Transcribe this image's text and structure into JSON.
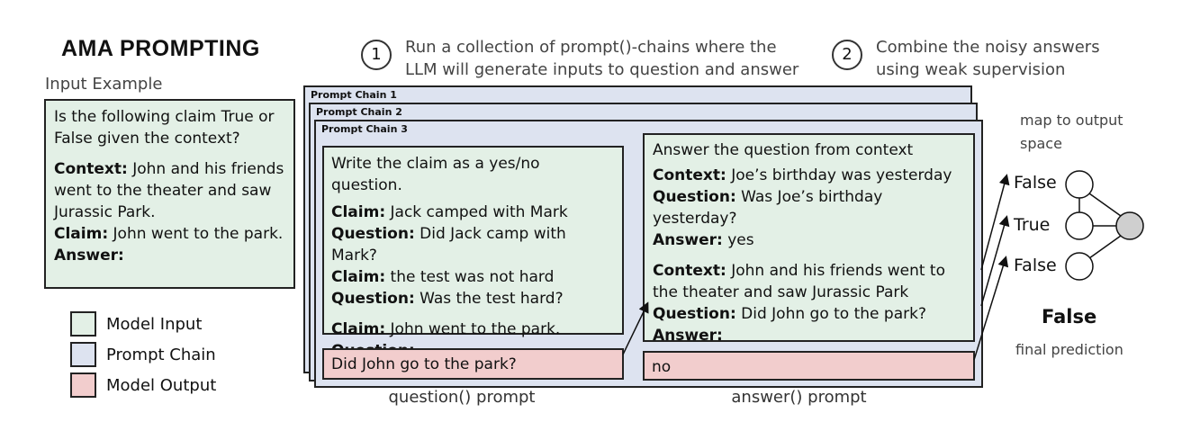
{
  "title": "AMA PROMPTING",
  "input_example": {
    "label": "Input Example",
    "question": "Is the following claim True or False given the context?",
    "context_label": "Context:",
    "context": "John and his friends went to the theater and saw Jurassic Park.",
    "claim_label": "Claim:",
    "claim": "John went to the park.",
    "answer_label": "Answer:"
  },
  "legend": [
    {
      "label": "Model Input",
      "color": "#e3f0e6"
    },
    {
      "label": "Prompt Chain",
      "color": "#dde3f0"
    },
    {
      "label": "Model Output",
      "color": "#f2cdcd"
    }
  ],
  "steps": [
    {
      "num": "1",
      "text": "Run a collection of prompt()-chains where the LLM will generate inputs to question and answer"
    },
    {
      "num": "2",
      "text": "Combine the noisy answers using weak supervision"
    }
  ],
  "chains": [
    "Prompt Chain 1",
    "Prompt Chain 2",
    "Prompt Chain 3"
  ],
  "question_prompt": {
    "instruction": "Write the claim as a yes/no question.",
    "claim_label": "Claim:",
    "question_label": "Question:",
    "examples": [
      {
        "claim": "Jack camped with Mark",
        "question": "Did Jack camp with Mark?"
      },
      {
        "claim": "the test was not hard",
        "question": "Was the test hard?"
      }
    ],
    "query_claim": "John went to the park.",
    "output": "Did John go to the park?",
    "caption": "question() prompt"
  },
  "answer_prompt": {
    "instruction": "Answer the question from context",
    "context_label": "Context:",
    "question_label": "Question:",
    "answer_label": "Answer:",
    "example": {
      "context": "Joe’s birthday was yesterday",
      "question": "Was Joe’s birthday yesterday?",
      "answer": "yes"
    },
    "query_context": "John and his friends went to the theater and saw Jurassic Park",
    "query_question": "Did John go to the park?",
    "output": "no",
    "caption": "answer() prompt"
  },
  "aggregation": {
    "header": "map to output space",
    "votes": [
      "False",
      "True",
      "False"
    ],
    "final": "False",
    "final_label": "final prediction"
  }
}
